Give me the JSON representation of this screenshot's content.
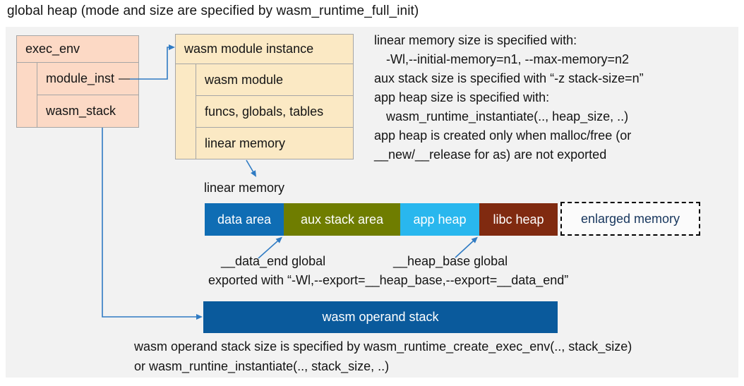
{
  "title": "global heap (mode and size are specified by wasm_runtime_full_init)",
  "exec_env": {
    "header": "exec_env",
    "rows": [
      "module_inst",
      "wasm_stack"
    ]
  },
  "module_instance": {
    "header": "wasm module instance",
    "rows": [
      "wasm module",
      "funcs, globals, tables",
      "linear memory"
    ]
  },
  "notes": {
    "lines": [
      "linear memory size is specified with:",
      "-Wl,--initial-memory=n1, --max-memory=n2",
      "aux stack size is specified with “-z stack-size=n”",
      "app heap size is specified with:",
      "wasm_runtime_instantiate(.., heap_size, ..)",
      "app heap is created only when malloc/free (or",
      "__new/__release for as) are not exported"
    ]
  },
  "linear_memory": {
    "label": "linear memory",
    "segments": [
      {
        "label": "data area",
        "color": "#0f6db4"
      },
      {
        "label": "aux stack area",
        "color": "#6f7d00"
      },
      {
        "label": "app heap",
        "color": "#29b7ee"
      },
      {
        "label": "libc heap",
        "color": "#802a10"
      }
    ],
    "enlarged": {
      "label": "enlarged memory",
      "text_color": "#17365d"
    }
  },
  "annotations": {
    "data_end": "__data_end global",
    "heap_base": "__heap_base global",
    "exported": "exported with “-Wl,--export=__heap_base,--export=__data_end”"
  },
  "operand_stack": {
    "label": "wasm operand stack",
    "color": "#0a5a9c",
    "note_line1": "wasm operand stack size is specified by wasm_runtime_create_exec_env(.., stack_size)",
    "note_line2": "or wasm_runtine_instantiate(.., stack_size, ..)"
  },
  "colors": {
    "panel_bg": "#f2f2f2",
    "exec_env_fill": "#fcd9c5",
    "module_instance_fill": "#fbe9c4",
    "box_border": "#a6a6a6",
    "arrow": "#2f7bc3",
    "enlarged_text": "#17365d"
  }
}
